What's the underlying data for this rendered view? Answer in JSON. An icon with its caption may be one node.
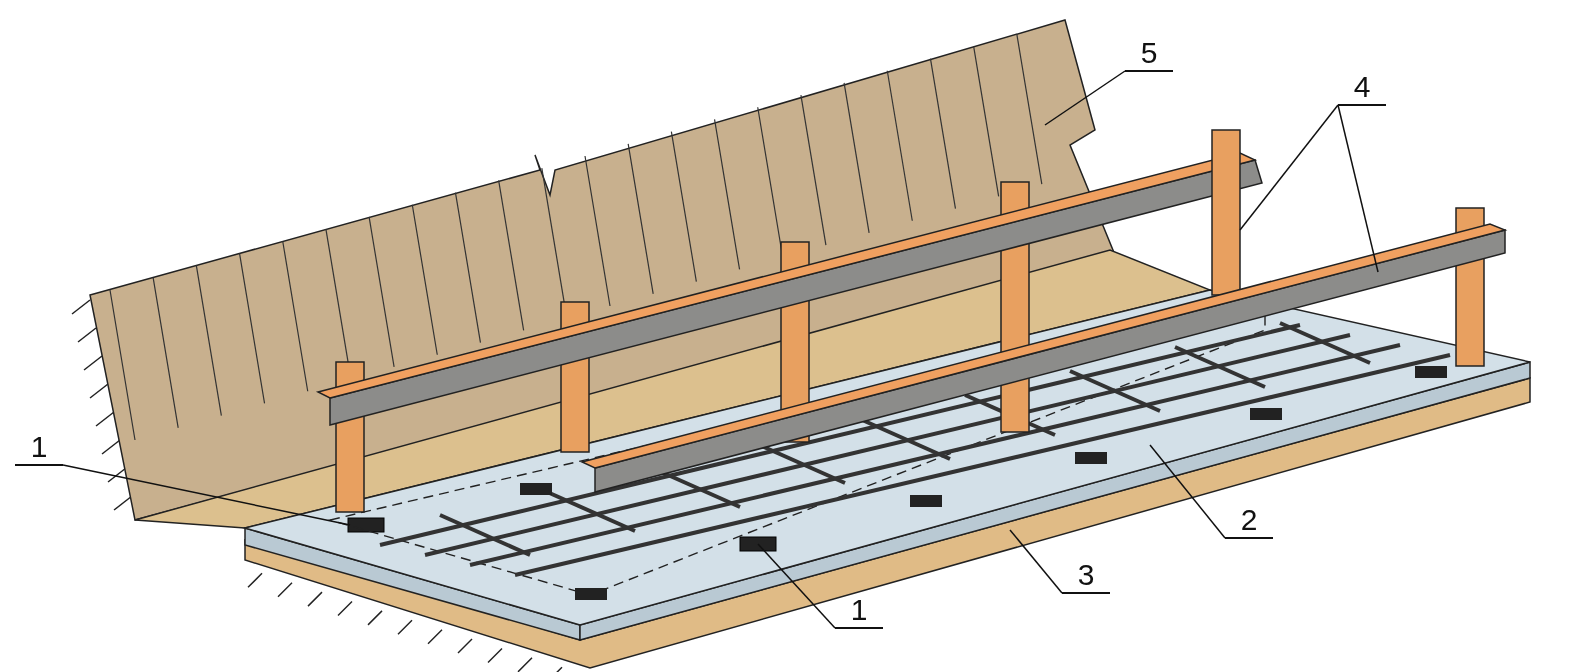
{
  "diagram": {
    "nodes": [
      {
        "text": [
          "5"
        ]
      },
      {
        "text": [
          "4"
        ]
      },
      {
        "text": [
          "1"
        ]
      },
      {
        "text": [
          "2"
        ]
      },
      {
        "text": [
          "3"
        ]
      },
      {
        "text": [
          "1"
        ]
      },
      {
        "text": [],
        "shape": "picture"
      },
      {
        "text": [],
        "shape": "box"
      },
      {
        "text": [],
        "shape": "picture"
      },
      {
        "text": [],
        "shape": "box",
        "in": 10
      },
      {
        "text": [],
        "shape": "picture"
      },
      {
        "text": [],
        "shape": "picture"
      },
      {
        "text": [],
        "shape": "box",
        "in": 10
      }
    ],
    "edges": [
      {
        "from": 0,
        "to": 6,
        "arrow": "none"
      },
      {
        "from": 1,
        "to": 7,
        "arrow": "none"
      },
      {
        "from": 1,
        "to": 8,
        "arrow": "none"
      },
      {
        "from": 2,
        "to": 9,
        "arrow": "none"
      },
      {
        "from": 3,
        "to": 10,
        "arrow": "none"
      },
      {
        "from": 4,
        "to": 11,
        "arrow": "none"
      },
      {
        "from": 5,
        "to": 12,
        "arrow": "none"
      }
    ]
  }
}
